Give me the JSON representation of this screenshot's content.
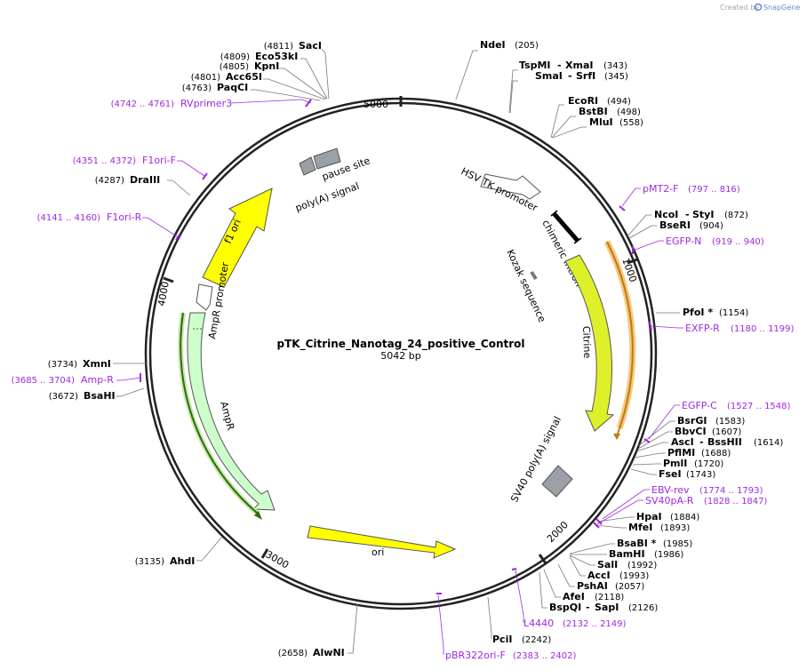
{
  "title": "pTK_Citrine_Nanotag_24_positive_Control",
  "length_label": "5042 bp",
  "credit": {
    "prefix": "Created by",
    "brand": "SnapGene"
  },
  "ticks": [
    "5000",
    "1000",
    "2000",
    "3000",
    "4000"
  ],
  "sites_left": [
    {
      "pos": "(4811)",
      "name": "SacI"
    },
    {
      "pos": "(4809)",
      "name": "Eco53kI"
    },
    {
      "pos": "(4805)",
      "name": "KpnI"
    },
    {
      "pos": "(4801)",
      "name": "Acc65I"
    },
    {
      "pos": "(4763)",
      "name": "PaqCI"
    },
    {
      "pos": "(4287)",
      "name": "DraIII"
    },
    {
      "pos": "(3734)",
      "name": "XmnI"
    },
    {
      "pos": "(3672)",
      "name": "BsaHI"
    },
    {
      "pos": "(3135)",
      "name": "AhdI"
    },
    {
      "pos": "(2658)",
      "name": "AlwNI"
    }
  ],
  "primers_left": [
    {
      "pos": "(4742 .. 4761)",
      "name": "RVprimer3"
    },
    {
      "pos": "(4351 .. 4372)",
      "name": "F1ori-F"
    },
    {
      "pos": "(4141 .. 4160)",
      "name": "F1ori-R"
    },
    {
      "pos": "(3685 .. 3704)",
      "name": "Amp-R"
    }
  ],
  "sites_right": [
    {
      "name": "NdeI",
      "pos": "(205)"
    },
    {
      "name": "TspMI",
      "name2": "XmaI",
      "pos": "(343)"
    },
    {
      "name": "SmaI",
      "name2": "SrfI",
      "pos": "(345)"
    },
    {
      "name": "EcoRI",
      "pos": "(494)"
    },
    {
      "name": "BstBI",
      "pos": "(498)"
    },
    {
      "name": "MluI",
      "pos": "(558)"
    },
    {
      "name": "NcoI",
      "name2": "StyI",
      "pos": "(872)"
    },
    {
      "name": "BseRI",
      "pos": "(904)"
    },
    {
      "name": "PfoI *",
      "pos": "(1154)"
    },
    {
      "name": "BsrGI",
      "pos": "(1583)"
    },
    {
      "name": "BbvCI",
      "pos": "(1607)"
    },
    {
      "name": "AscI",
      "name2": "BssHII",
      "pos": "(1614)"
    },
    {
      "name": "PflMI",
      "pos": "(1688)"
    },
    {
      "name": "PmlI",
      "pos": "(1720)"
    },
    {
      "name": "FseI",
      "pos": "(1743)"
    },
    {
      "name": "HpaI",
      "pos": "(1884)"
    },
    {
      "name": "MfeI",
      "pos": "(1893)"
    },
    {
      "name": "BsaBI *",
      "pos": "(1985)"
    },
    {
      "name": "BamHI",
      "pos": "(1986)"
    },
    {
      "name": "SalI",
      "pos": "(1992)"
    },
    {
      "name": "AccI",
      "pos": "(1993)"
    },
    {
      "name": "PshAI",
      "pos": "(2057)"
    },
    {
      "name": "AfeI",
      "pos": "(2118)"
    },
    {
      "name": "BspQI",
      "name2": "SapI",
      "pos": "(2126)"
    },
    {
      "name": "PciI",
      "pos": "(2242)"
    }
  ],
  "primers_right": [
    {
      "name": "pMT2-F",
      "pos": "(797 .. 816)"
    },
    {
      "name": "EGFP-N",
      "pos": "(919 .. 940)"
    },
    {
      "name": "EXFP-R",
      "pos": "(1180 .. 1199)"
    },
    {
      "name": "EGFP-C",
      "pos": "(1527 .. 1548)"
    },
    {
      "name": "EBV-rev",
      "pos": "(1774 .. 1793)"
    },
    {
      "name": "SV40pA-R",
      "pos": "(1828 .. 1847)"
    },
    {
      "name": "L4440",
      "pos": "(2132 .. 2149)"
    },
    {
      "name": "pBR322ori-F",
      "pos": "(2383 .. 2402)"
    }
  ],
  "features": {
    "pause_site": "pause site",
    "polya_signal": "poly(A) signal",
    "hsv_tk_promoter": "HSV TK promoter",
    "chimeric_intron": "chimeric intron",
    "kozak": "Kozak sequence",
    "citrine": "Citrine",
    "sv40_polya": "SV40 poly(A) signal",
    "f1_ori": "f1 ori",
    "ampr_promoter": "AmpR promoter",
    "ampr": "AmpR",
    "ori": "ori"
  },
  "colors": {
    "backbone": "#222222",
    "primer": "#9c2ae0",
    "yellow_feature": "#ffff00",
    "citrine": "#ddf02a",
    "ampr": "#ccffcc",
    "gray_feature": "#9aa0a6",
    "orf_arrow": "#d98a1f"
  }
}
